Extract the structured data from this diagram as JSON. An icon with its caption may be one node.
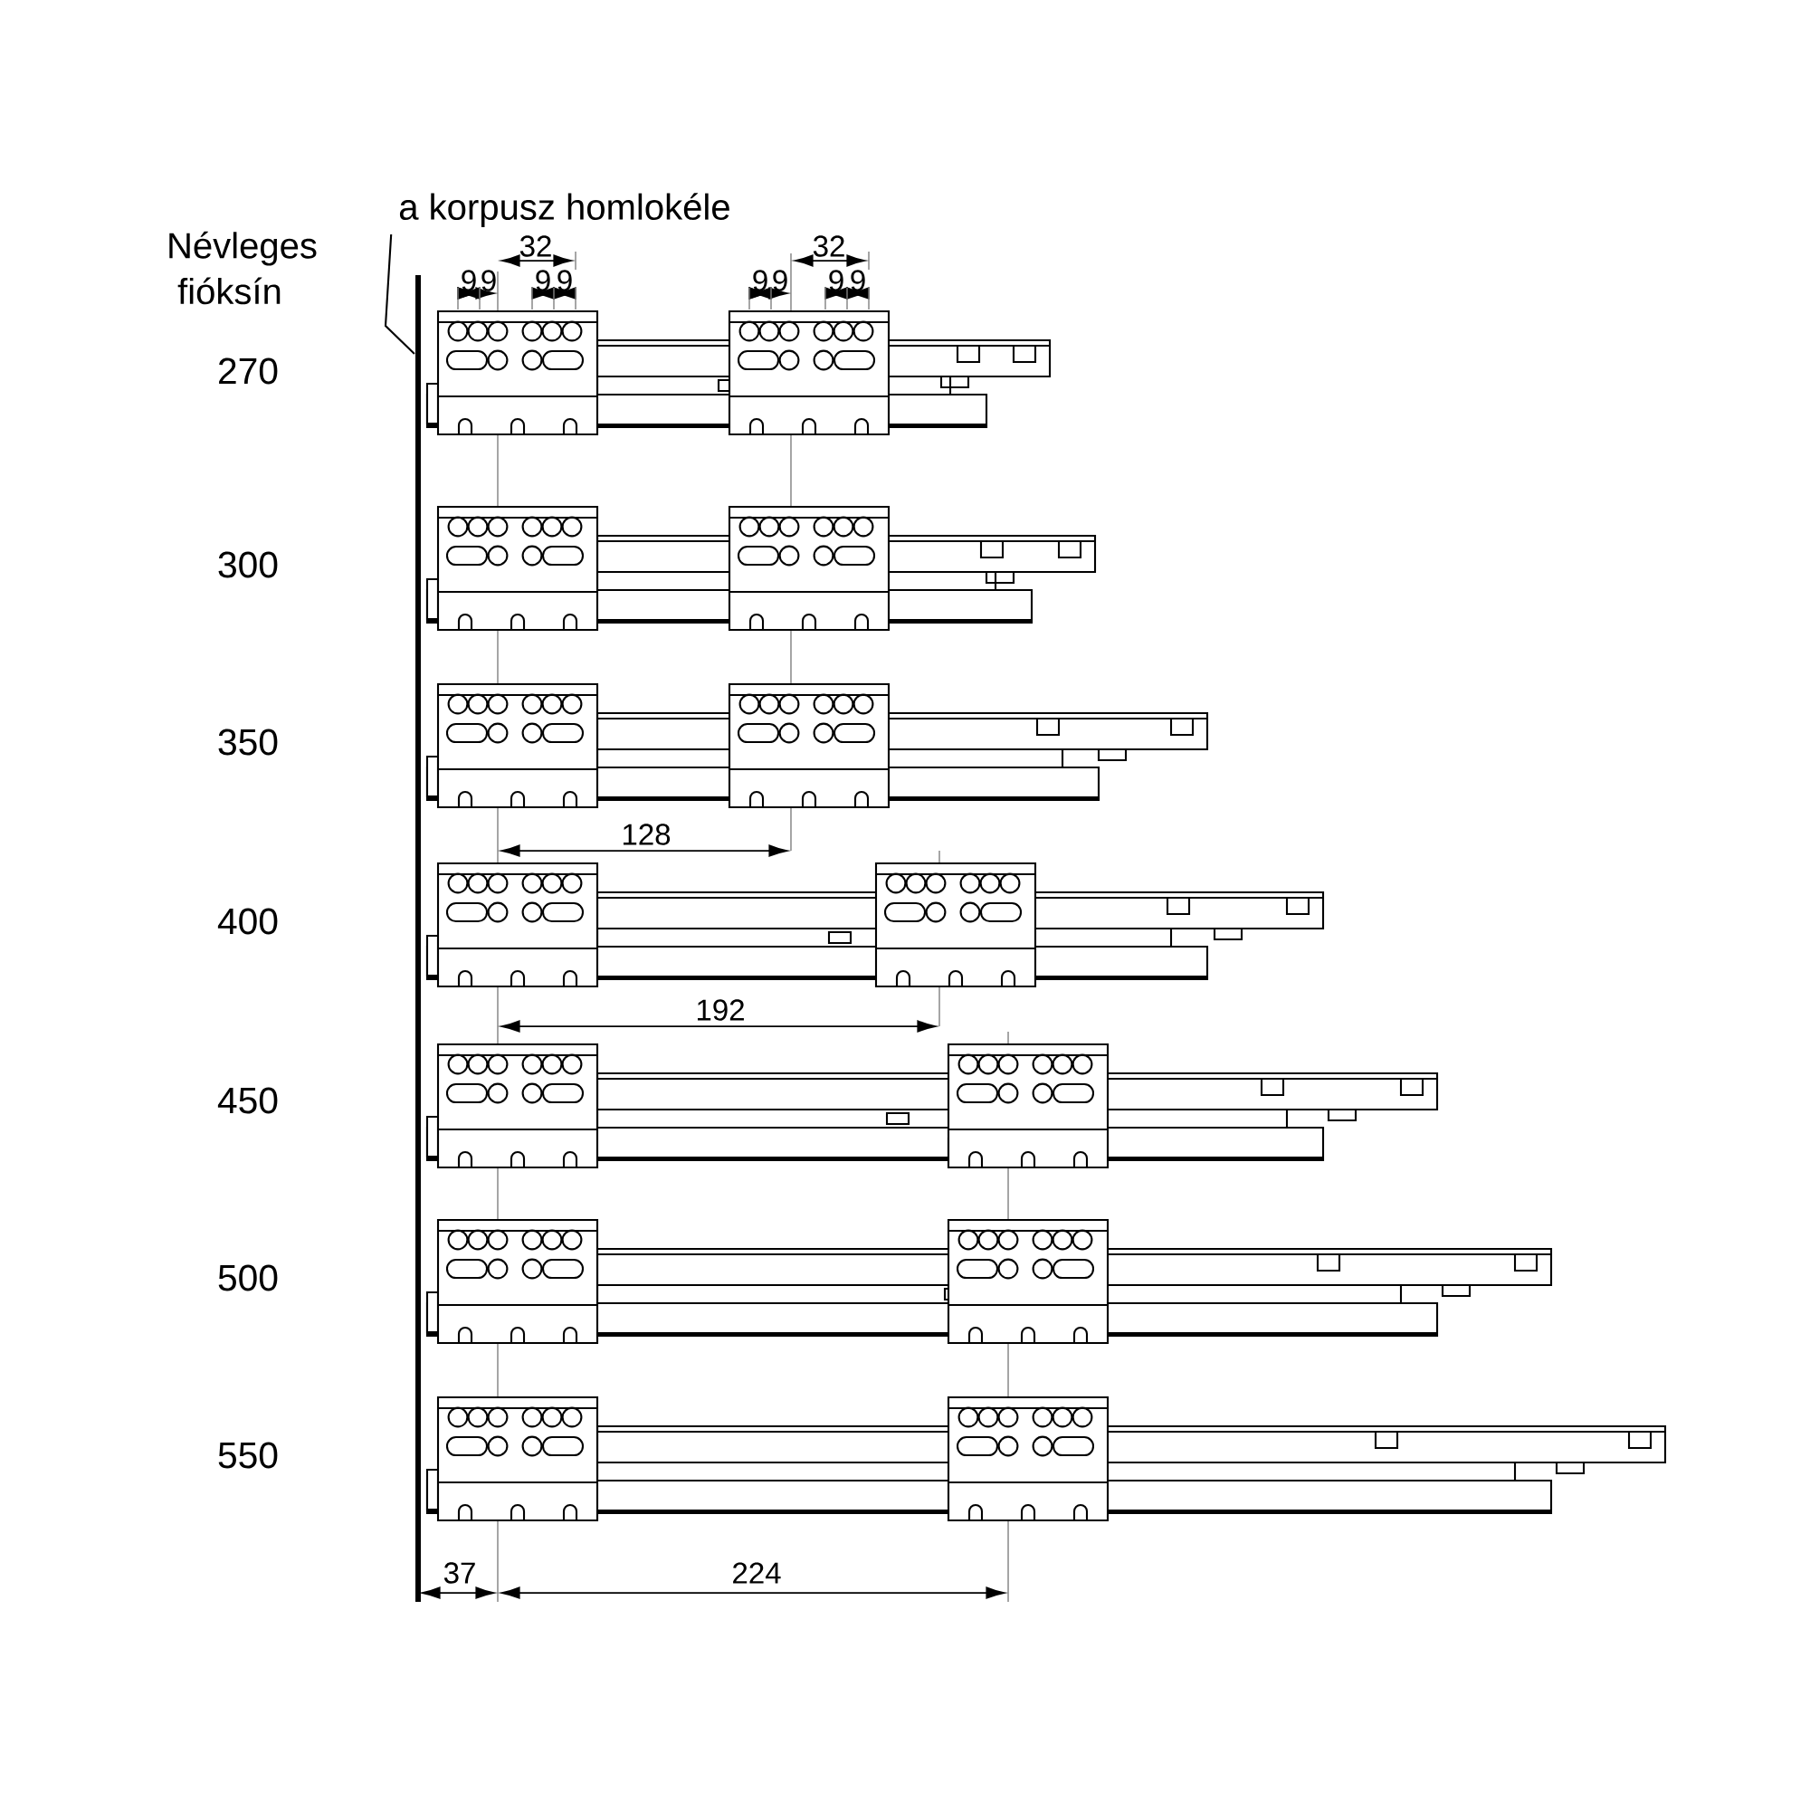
{
  "diagram": {
    "nodes": [
      {
        "text": [
          "a korpusz homlokéle"
        ]
      },
      {
        "text": [],
        "shape": "bar"
      }
    ],
    "edges": [
      {
        "from": 0,
        "to": 1,
        "arrow": "none"
      }
    ],
    "labels": [
      "Névleges fióksín",
      "32",
      "32",
      "9",
      "9",
      "9",
      "9",
      "9",
      "9",
      "9",
      "9",
      "270",
      "300",
      "350",
      "128",
      "400",
      "192",
      "450",
      "500",
      "550",
      "37",
      "224"
    ]
  }
}
